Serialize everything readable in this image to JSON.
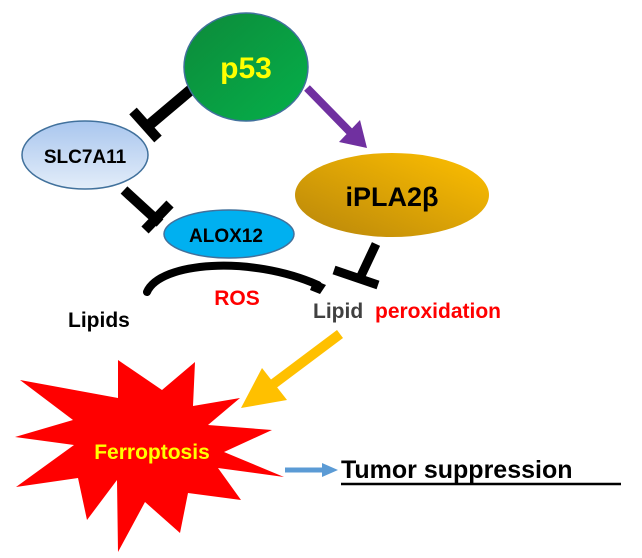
{
  "diagram": {
    "nodes": {
      "p53": {
        "label": "p53",
        "fill_start": "#0d8a3a",
        "fill_end": "#05b04a",
        "text_color": "#ffff00",
        "border": "#41719c"
      },
      "slc7a11": {
        "label": "SLC7A11",
        "fill_start": "#a9c6ee",
        "fill_end": "#e3edf9",
        "text_color": "#000000",
        "border": "#41719c"
      },
      "alox12": {
        "label": "ALOX12",
        "fill": "#00b0f0",
        "text_color": "#000000",
        "border": "#41719c"
      },
      "iplа2b": {
        "label": "iPLA2β",
        "fill_start": "#b8860b",
        "fill_end": "#ffc000",
        "text_color": "#000000"
      },
      "ferroptosis": {
        "label": "Ferroptosis",
        "fill": "#ff0000",
        "text_color": "#ffff00"
      }
    },
    "labels": {
      "lipids": "Lipids",
      "ros": "ROS",
      "lipid_word": "Lipid",
      "peroxidation_word": "peroxidation",
      "tumor_suppression": "Tumor suppression"
    },
    "edges": [
      {
        "from": "p53",
        "to": "SLC7A11",
        "type": "inhibition",
        "color": "#000000"
      },
      {
        "from": "p53",
        "to": "iPLA2β",
        "type": "activation",
        "color": "#7030a0"
      },
      {
        "from": "SLC7A11",
        "to": "ALOX12",
        "type": "inhibition",
        "color": "#000000"
      },
      {
        "from": "iPLA2β",
        "to": "Lipid peroxidation",
        "type": "inhibition",
        "color": "#000000"
      },
      {
        "from": "Lipids",
        "to": "Lipid peroxidation",
        "type": "conversion",
        "via": "ROS",
        "color": "#000000"
      },
      {
        "from": "Lipid peroxidation",
        "to": "Ferroptosis",
        "type": "activation",
        "color": "#ffc000"
      },
      {
        "from": "Ferroptosis",
        "to": "Tumor suppression",
        "type": "activation",
        "color": "#5b9bd5"
      }
    ],
    "colors": {
      "red_text": "#ff0000",
      "dark_text": "#404040",
      "black": "#000000"
    }
  }
}
